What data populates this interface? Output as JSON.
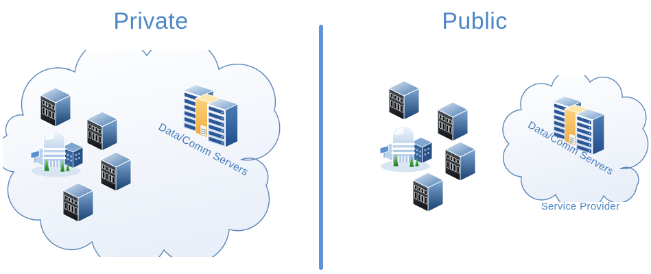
{
  "diagram_type": "private-vs-public-cloud-comparison",
  "left_panel": {
    "title": "Private",
    "servers_label": "Data/Comm Servers",
    "office_building_count": 4,
    "enterprise_building_count": 1,
    "server_tower_count": 3
  },
  "right_panel": {
    "title": "Public",
    "servers_label": "Data/Comm Servers",
    "provider_caption": "Service Provider",
    "office_building_count": 4,
    "enterprise_building_count": 1,
    "server_tower_count": 3
  },
  "icons": {
    "office_building": "office-building-icon",
    "enterprise_building": "enterprise-building-icon",
    "server_stack": "server-stack-icon",
    "private_cloud": "private-cloud-outline",
    "public_cloud": "public-cloud-outline",
    "divider": "divider-line"
  },
  "colors": {
    "accent": "#4d87c6",
    "label": "#4679ba",
    "divider": "#5f92d6",
    "cloud_stroke": "#5a86ba",
    "cloud_fill_start": "#ffffff",
    "cloud_fill_end": "#e9eff8",
    "provider": "#4c86c2",
    "server_slot": "#2b5797",
    "yellow_tower": "#f2a93c",
    "building_side": "#1d4b8a"
  }
}
